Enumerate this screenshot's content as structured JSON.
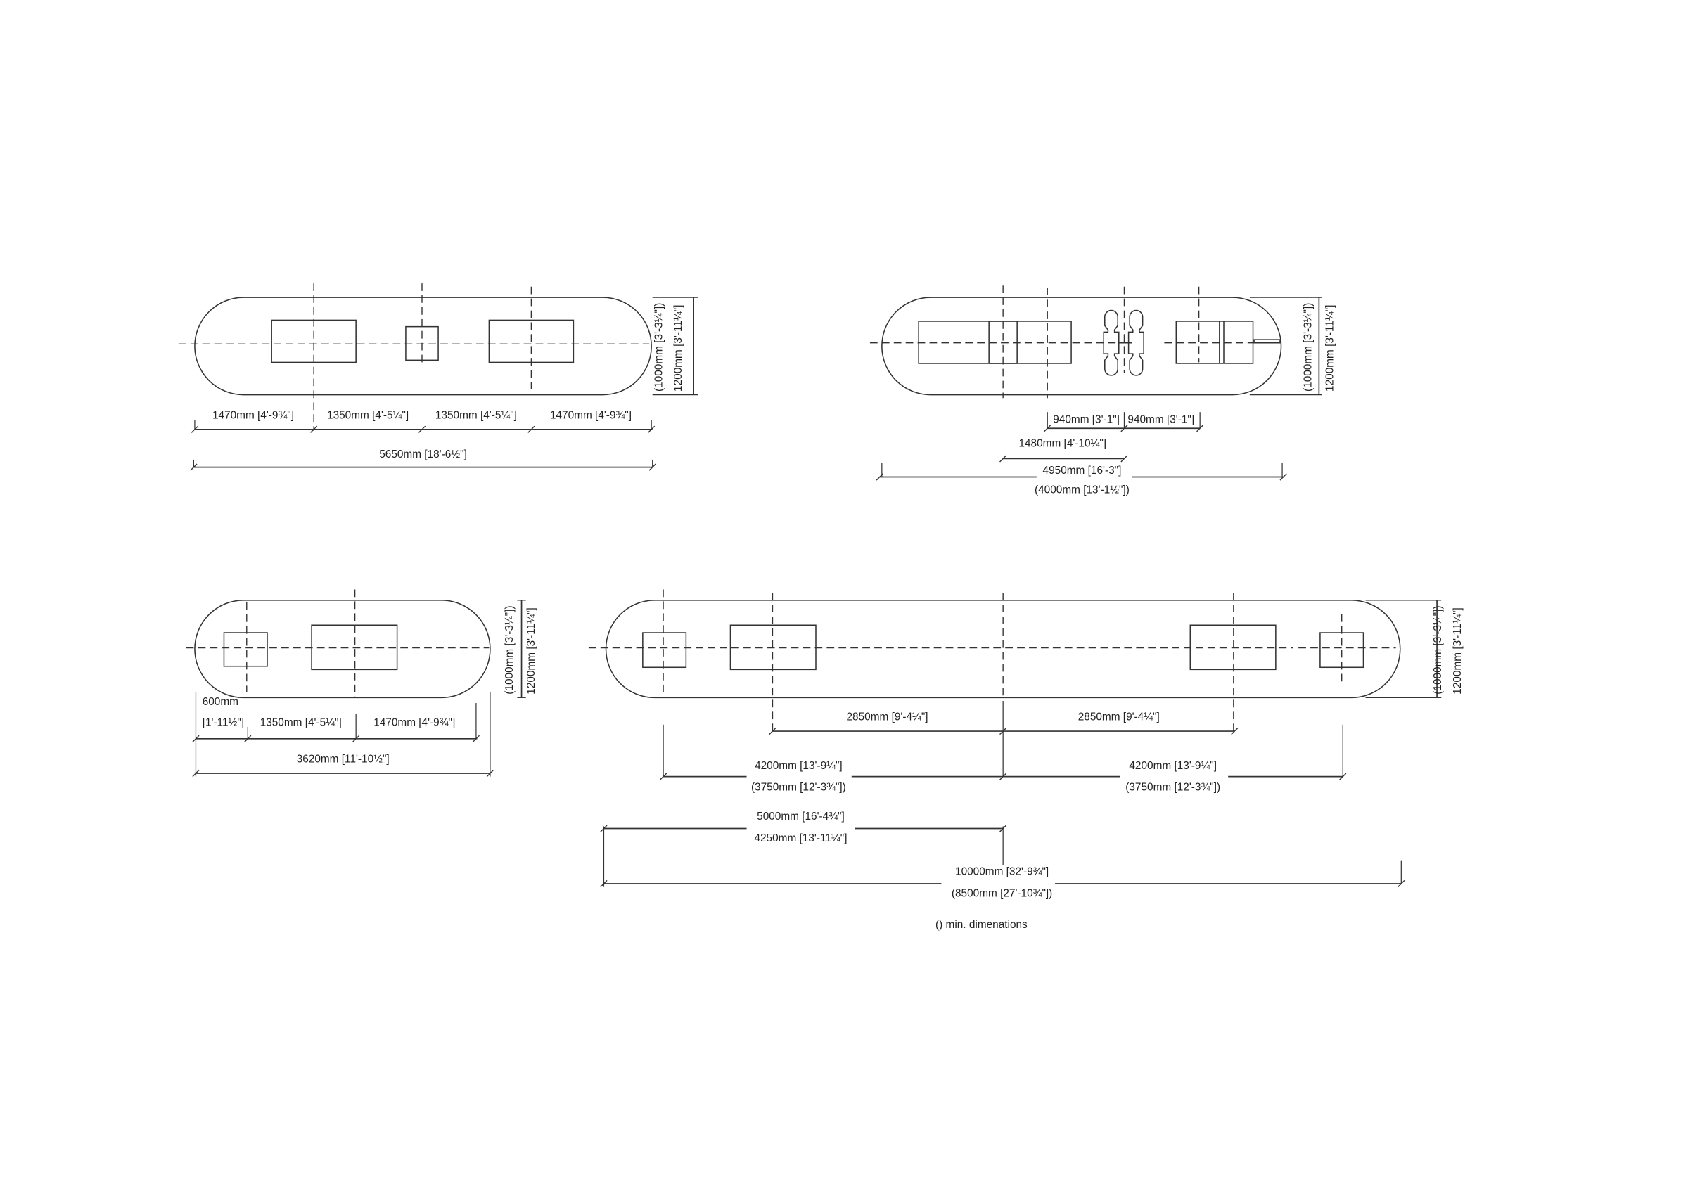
{
  "layouts": {
    "top_left": {
      "height_min": "(1000mm [3'-3¼\"])",
      "height": "1200mm [3'-11¼\"]",
      "segments": [
        "1470mm [4'-9¾\"]",
        "1350mm [4'-5¼\"]",
        "1350mm [4'-5¼\"]",
        "1470mm [4'-9¾\"]"
      ],
      "overall": "5650mm [18'-6½\"]"
    },
    "top_right": {
      "height_min": "(1000mm [3'-3¼\"])",
      "height": "1200mm [3'-11¼\"]",
      "seg_a": "940mm [3'-1\"]",
      "seg_b": "940mm [3'-1\"]",
      "offset": "1480mm [4'-10¼\"]",
      "overall": "4950mm [16'-3\"]",
      "overall_min": "(4000mm [13'-1½\"])"
    },
    "bottom_left": {
      "height_min": "(1000mm [3'-3¼\"])",
      "height": "1200mm [3'-11¼\"]",
      "seg_a_line1": "600mm",
      "seg_a_line2": "[1'-11½\"]",
      "seg_b": "1350mm [4'-5¼\"]",
      "seg_c": "1470mm [4'-9¾\"]",
      "overall": "3620mm [11'-10½\"]"
    },
    "bottom_right": {
      "height_min": "(1000mm [3'-3¼\"])",
      "height": "1200mm [3'-11¼\"]",
      "inner_left": "2850mm [9'-4¼\"]",
      "inner_right": "2850mm [9'-4¼\"]",
      "mid_left": "4200mm [13'-9¼\"]",
      "mid_left_min": "(3750mm [12'-3¾\"])",
      "mid_right": "4200mm [13'-9¼\"]",
      "mid_right_min": "(3750mm [12'-3¾\"])",
      "half": "5000mm [16'-4¾\"]",
      "half_min": "4250mm [13'-11¼\"]",
      "overall": "10000mm [32'-9¾\"]",
      "overall_min": "(8500mm [27'-10¾\"])"
    },
    "note": "() min. dimenations"
  }
}
